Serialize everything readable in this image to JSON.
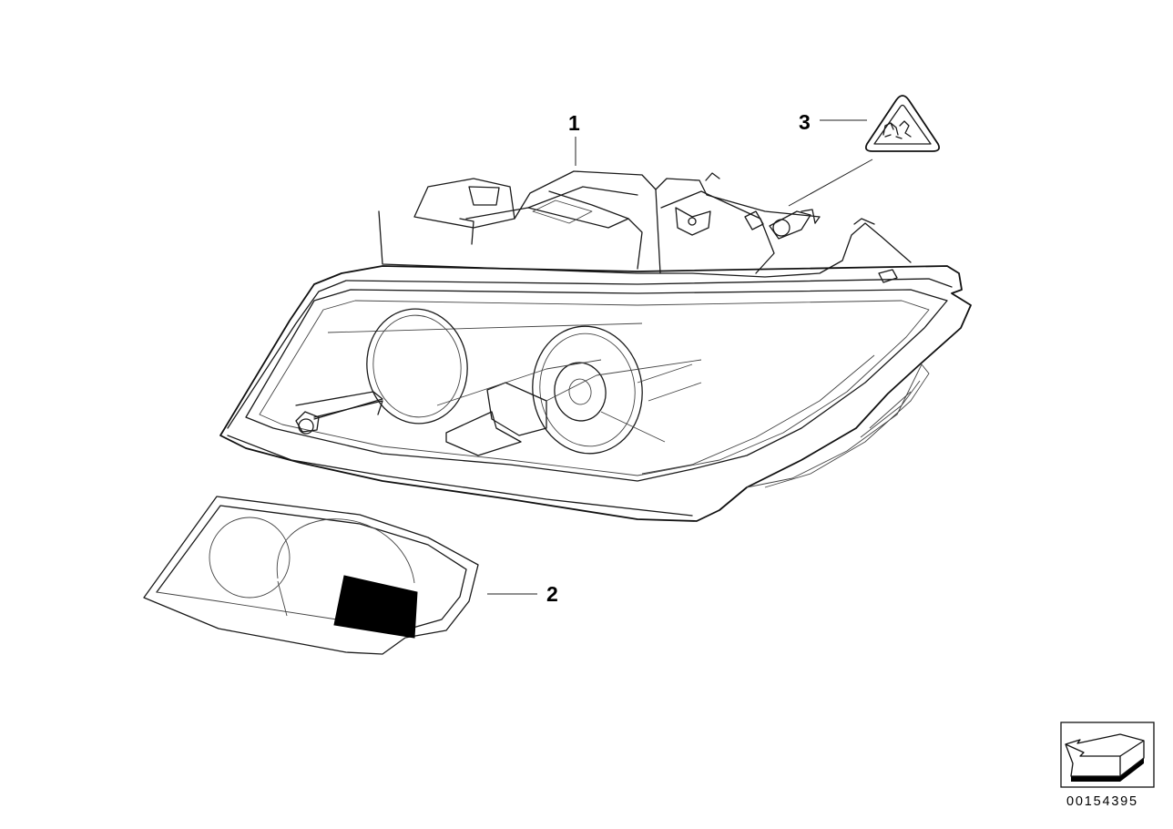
{
  "diagram": {
    "callouts": [
      {
        "id": "callout-1",
        "label": "1"
      },
      {
        "id": "callout-2",
        "label": "2"
      },
      {
        "id": "callout-3",
        "label": "3"
      }
    ],
    "diagram_number": "00154395",
    "icons": {
      "warning_label": "triangular-warning-label-icon",
      "orientation_arrow": "direction-arrow-icon"
    }
  }
}
